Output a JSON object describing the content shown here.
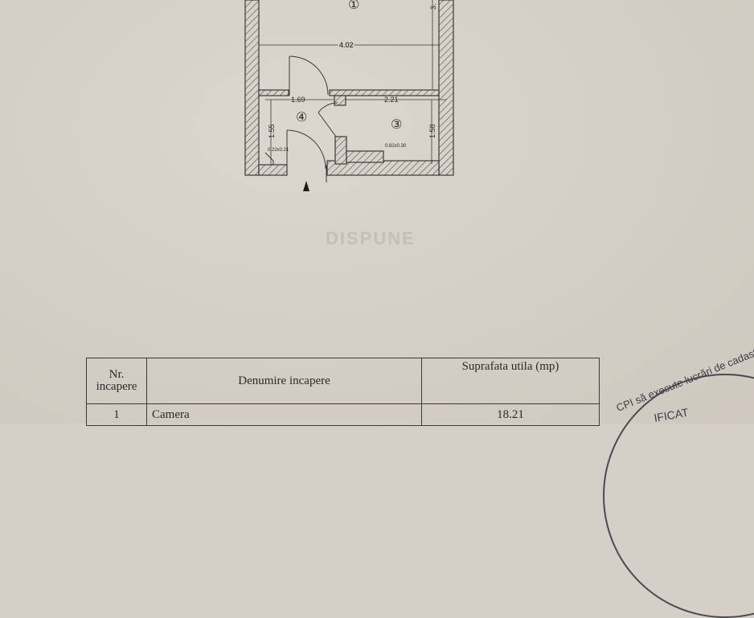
{
  "document": {
    "background_color": "#d5cfc7",
    "line_color": "#3a3a3a",
    "bleed_through_heading": "DISPUNE"
  },
  "floor_plan": {
    "rooms": [
      {
        "number": "1",
        "label": "①"
      },
      {
        "number": "3",
        "label": "③"
      },
      {
        "number": "4",
        "label": "④"
      }
    ],
    "dimensions": {
      "room1_width": "4.02",
      "room1_height_partial": "3.",
      "room4_width": "1.69",
      "room4_height": "1.55",
      "room3_width": "2.21",
      "room3_height": "1.58",
      "niche_left": "0.22x0.21",
      "niche_right": "0.82x0.30"
    },
    "entrance_marker": "▲"
  },
  "table": {
    "headers": {
      "nr": "Nr. incapere",
      "nr_line1": "Nr.",
      "nr_line2": "incapere",
      "name": "Denumire incapere",
      "area": "Suprafata utila (mp)"
    },
    "rows": [
      {
        "nr": "1",
        "name": "Camera",
        "area": "18.21"
      }
    ]
  },
  "stamp": {
    "arc_text": "CPI să execute lucrări de cadastru",
    "inner_text": "IFICAT",
    "color": "#3d3d48"
  }
}
